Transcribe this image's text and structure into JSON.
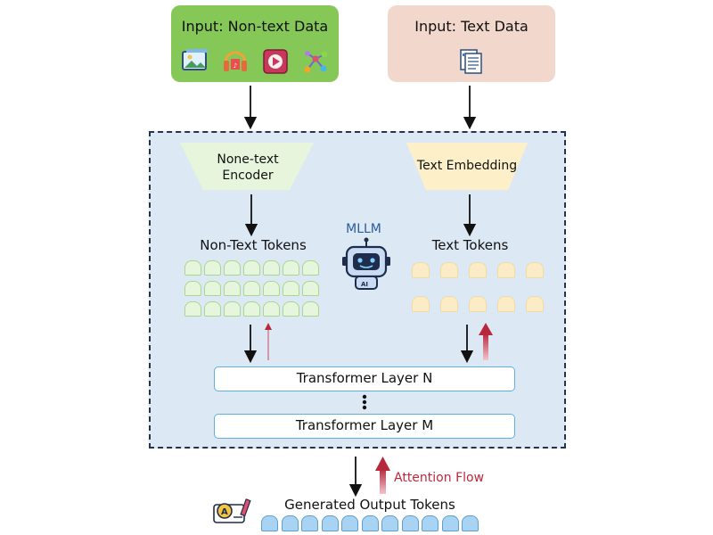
{
  "inputs": {
    "nontext": {
      "title": "Input: Non-text Data",
      "icons": [
        "image-icon",
        "audio-icon",
        "video-icon",
        "graph-icon"
      ]
    },
    "text": {
      "title": "Input: Text Data",
      "icons": [
        "document-icon"
      ]
    }
  },
  "mllm": {
    "label": "MLLM",
    "nontext_encoder": "None-text\nEncoder",
    "text_embedding": "Text Embedding",
    "nontext_tokens_label": "Non-Text Tokens",
    "text_tokens_label": "Text Tokens",
    "layer_n": "Transformer Layer N",
    "layer_m": "Transformer Layer M"
  },
  "legend": {
    "attention_flow": "Attention Flow"
  },
  "output": {
    "label": "Generated Output Tokens"
  },
  "colors": {
    "nontext_input": "#85c858",
    "text_input": "#f2d8cc",
    "mllm_background": "#dde8f5",
    "encoder": "#e6f5dc",
    "embedding": "#fdf0c8",
    "attention_arrow": "#b8283c",
    "mllm_label": "#2a5b9b"
  }
}
